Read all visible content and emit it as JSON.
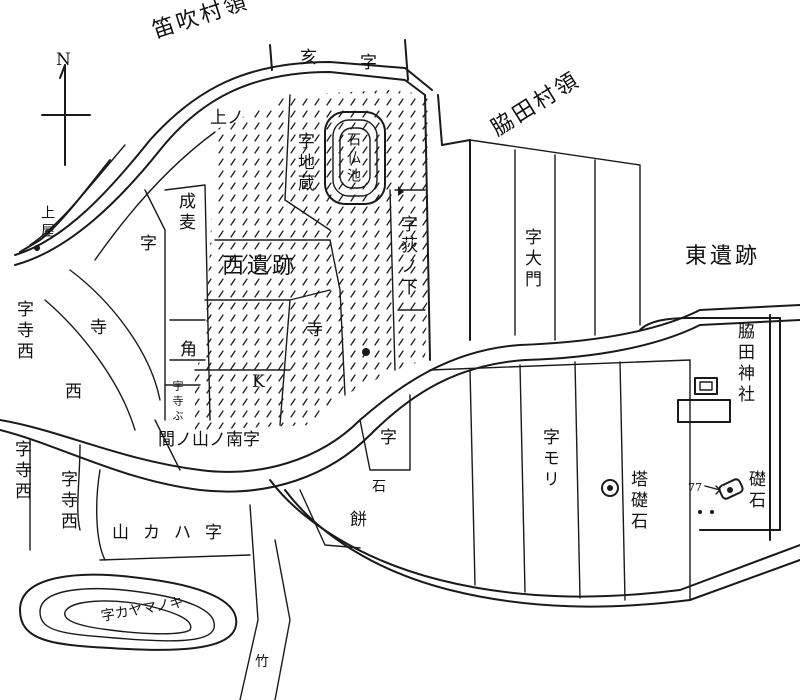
{
  "colors": {
    "ink": "#1a1a1a",
    "paper": "#ffffff"
  },
  "north": {
    "symbol": "N"
  },
  "sites": {
    "west": "西遺跡",
    "east": "東遺跡"
  },
  "boundaries": {
    "fuefuki": "笛吹村領",
    "wakita": "脇田村領"
  },
  "aza": {
    "aza_marker": "字",
    "ura": "亥",
    "ue_no": "上ノ",
    "ishibutsu_ike": "石仏池",
    "jizo": "字地蔵",
    "nari_mugi": "成麦",
    "kado": "角",
    "ueno_ota": "上屋",
    "tera_left": "寺",
    "teranishi_1": "字寺西",
    "teranishi_2": "字寺西",
    "teranishi_3": "字寺西",
    "nishi": "西",
    "kusa_shita": "字荻ノ下",
    "daimon": "字大門",
    "tera_mid": "寺",
    "k_mark": "K",
    "shijuku": "宇寺ぶ",
    "ma_no_yama_no_minami": "間ノ山ノ南字",
    "aza_ishi": "字",
    "ishi": "石",
    "zen": "餅",
    "mori": "字モリ",
    "yamakahachi": "山カハ字",
    "kayama": "字カヤマノキ",
    "take": "竹",
    "wakita_shrine": "脇田神社",
    "pagoda_stone": "塔礎石",
    "foundation_stone": "礎石",
    "number_77": "77"
  }
}
